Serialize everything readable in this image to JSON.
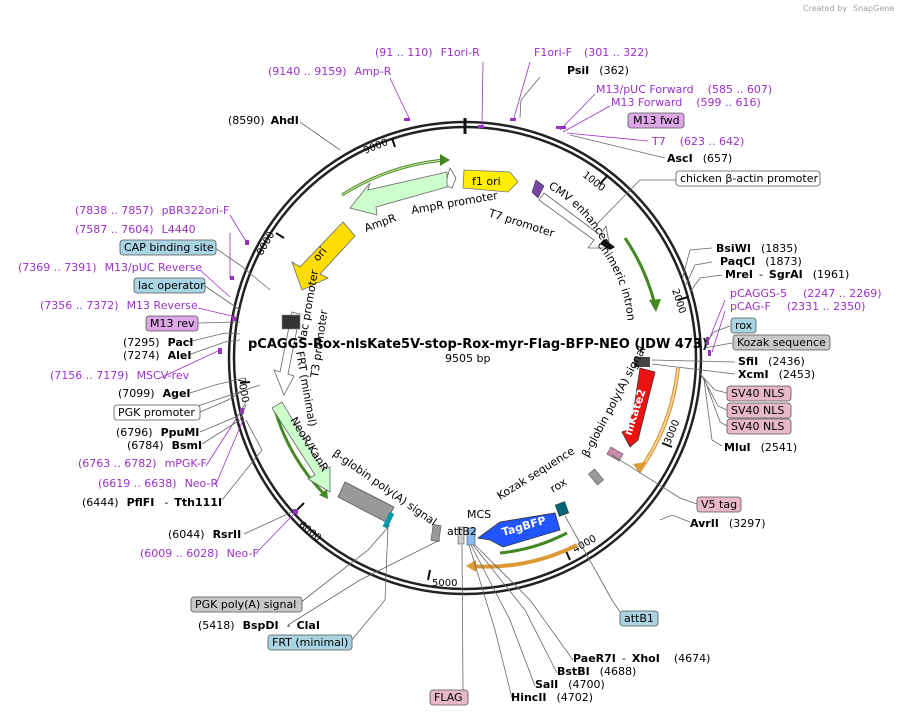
{
  "brand": {
    "created_by": "Created by",
    "name": "SnapGene"
  },
  "plasmid": {
    "name": "pCAGGS-Rox-nlsKate5V-stop-Rox-myr-Flag-BFP-NEO (JDW 473)",
    "size": "9505 bp"
  },
  "ticks": [
    "1000",
    "2000",
    "3000",
    "4000",
    "5000",
    "6000",
    "7000",
    "8000",
    "9000"
  ],
  "features": {
    "f1ori": "f1 ori",
    "ampr_promoter": "AmpR promoter",
    "ampr": "AmpR",
    "ori": "ori",
    "t7_promoter": "T7 promoter",
    "cmv_enhancer": "CMV enhancer",
    "chimeric_intron": "chimeric intron",
    "lac_promoter": "lac promoter",
    "t3_promoter": "T3 promoter",
    "frt_minimal_inner": "FRT (minimal)",
    "neor": "NeoR/KanR",
    "bglob_left": "β-globin poly(A) signal",
    "attb2": "attB2",
    "mcs": "MCS",
    "kozak_inner": "Kozak sequence",
    "rox_inner": "rox",
    "tagbfp": "TagBFP",
    "bglob_right": "β-globin poly(A) signal",
    "mkate2": "mKate2"
  },
  "sites": [
    {
      "name": "PsiI",
      "pos": "(362)"
    },
    {
      "name": "AscI",
      "pos": "(657)"
    },
    {
      "name": "BsiWI",
      "pos": "(1835)"
    },
    {
      "name": "PaqCI",
      "pos": "(1873)"
    },
    {
      "name": "MreI",
      "sep": "-",
      "name2": "SgrAI",
      "pos": "(1961)"
    },
    {
      "name": "SfiI",
      "pos": "(2436)"
    },
    {
      "name": "XcmI",
      "pos": "(2453)"
    },
    {
      "name": "MluI",
      "pos": "(2541)"
    },
    {
      "name": "AvrII",
      "pos": "(3297)"
    },
    {
      "name": "PaeR7I",
      "sep": "-",
      "name2": "XhoI",
      "pos": "(4674)"
    },
    {
      "name": "BstBI",
      "pos": "(4688)"
    },
    {
      "name": "SalI",
      "pos": "(4700)"
    },
    {
      "name": "HincII",
      "pos": "(4702)"
    },
    {
      "name": "BspDI",
      "sep": "-",
      "name2": "ClaI",
      "pos": "(5418)"
    },
    {
      "name": "RsrII",
      "pos": "(6044)"
    },
    {
      "name": "PflFI",
      "sep": "-",
      "name2": "Tth111I",
      "pos": "(6444)"
    },
    {
      "name": "BsmI",
      "pos": "(6784)"
    },
    {
      "name": "PpuMI",
      "pos": "(6796)"
    },
    {
      "name": "AgeI",
      "pos": "(7099)"
    },
    {
      "name": "AleI",
      "pos": "(7274)"
    },
    {
      "name": "PacI",
      "pos": "(7295)"
    },
    {
      "name": "AhdI",
      "pos": "(8590)"
    }
  ],
  "primers": [
    {
      "range": "(91 .. 110)",
      "name": "F1ori-R"
    },
    {
      "range": "(301 .. 322)",
      "name": "F1ori-F"
    },
    {
      "range": "(9140 .. 9159)",
      "name": "Amp-R"
    },
    {
      "range": "(585 .. 607)",
      "name": "M13/pUC Forward"
    },
    {
      "range": "(599 .. 616)",
      "name": "M13 Forward"
    },
    {
      "range": "(623 .. 642)",
      "name": "T7"
    },
    {
      "range": "(2247 .. 2269)",
      "name": "pCAGGS-5"
    },
    {
      "range": "(2331 .. 2350)",
      "name": "pCAG-F"
    },
    {
      "range": "(7838 .. 7857)",
      "name": "pBR322ori-F"
    },
    {
      "range": "(7587 .. 7604)",
      "name": "L4440"
    },
    {
      "range": "(7369 .. 7391)",
      "name": "M13/pUC Reverse"
    },
    {
      "range": "(7356 .. 7372)",
      "name": "M13 Reverse"
    },
    {
      "range": "(7156 .. 7179)",
      "name": "MSCV-rev"
    },
    {
      "range": "(6763 .. 6782)",
      "name": "mPGK-F"
    },
    {
      "range": "(6619 .. 6638)",
      "name": "Neo-R"
    },
    {
      "range": "(6009 .. 6028)",
      "name": "Neo-F"
    }
  ],
  "boxes": {
    "m13fwd": "M13 fwd",
    "chicken": "chicken β-actin promoter",
    "rox": "rox",
    "kozak": "Kozak sequence",
    "sv40a": "SV40 NLS",
    "sv40b": "SV40 NLS",
    "sv40c": "SV40 NLS",
    "v5": "V5 tag",
    "attb1": "attB1",
    "flag": "FLAG",
    "pgkpa": "PGK poly(A) signal",
    "frt": "FRT (minimal)",
    "pgkprom": "PGK promoter",
    "m13rev": "M13 rev",
    "lacop": "lac operator",
    "cap": "CAP binding site"
  },
  "colors": {
    "f1ori": "#ffee00",
    "ampr": "#ccffcc",
    "ori": "#ffdd00",
    "neor": "#ccffcc",
    "mkate2": "#ee1111",
    "tagbfp": "#2255ff",
    "polya": "#999999",
    "primer": "#9b30c9",
    "green_arc": "#448822",
    "orange_arc": "#dd9933"
  }
}
